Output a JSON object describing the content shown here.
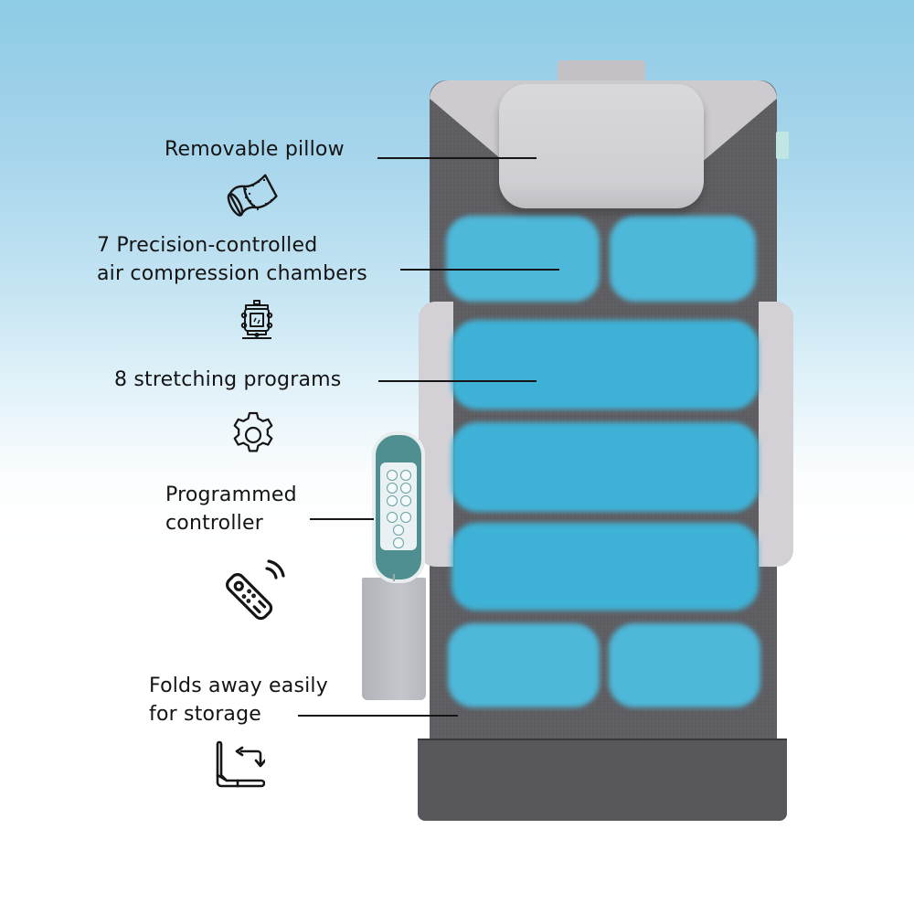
{
  "features": [
    {
      "id": "pillow",
      "label": "Removable pillow",
      "icon": "pillow-icon"
    },
    {
      "id": "chambers",
      "label": "7 Precision-controlled\nair compression chambers",
      "icon": "air-compressor-icon"
    },
    {
      "id": "programs",
      "label": "8 stretching programs",
      "icon": "gear-icon"
    },
    {
      "id": "controller",
      "label": "Programmed\ncontroller",
      "icon": "remote-control-icon"
    },
    {
      "id": "storage",
      "label": "Folds away easily\nfor storage",
      "icon": "fold-icon"
    }
  ],
  "product": {
    "name": "stretching mat",
    "air_chamber_count": 7,
    "colors": {
      "chamber_blue": "#4dbde0",
      "mat_grey": "#5d5c60",
      "head_grey": "#cdcbcf",
      "controller_teal": "#4f8f92",
      "text": "#141414"
    }
  },
  "background": {
    "top": "#8ecbe5",
    "bottom": "#ffffff"
  }
}
